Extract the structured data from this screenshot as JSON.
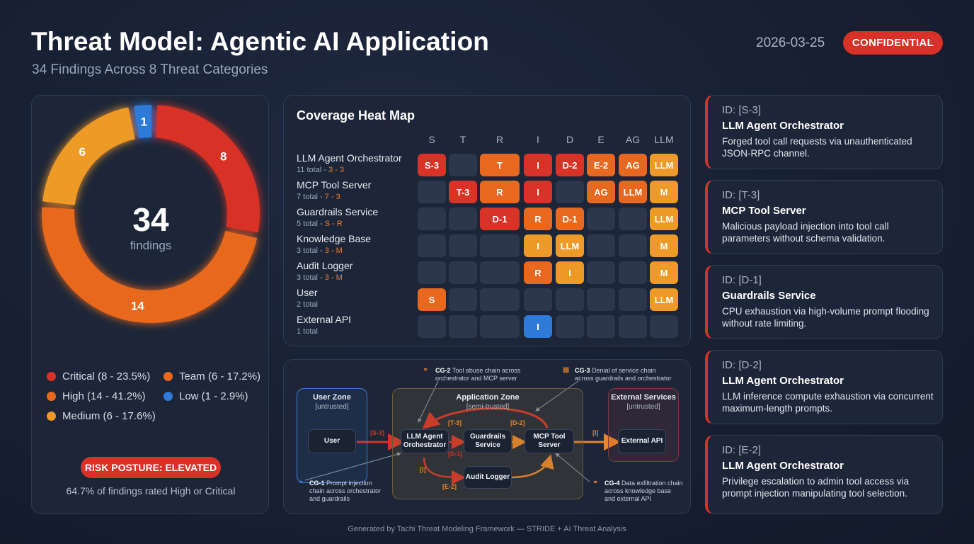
{
  "header": {
    "title": "Threat Model: Agentic AI Application",
    "subtitle": "34 Findings Across 8 Threat Categories",
    "date": "2026-03-25",
    "classification": "CONFIDENTIAL"
  },
  "donut": {
    "total": "34",
    "unit": "findings",
    "segments": [
      {
        "label": "Critical",
        "value": 8,
        "color": "#d83228"
      },
      {
        "label": "High",
        "value": 14,
        "color": "#e8681f"
      },
      {
        "label": "Medium",
        "value": 6,
        "color": "#ee9a28"
      },
      {
        "label": "Low",
        "value": 1,
        "color": "#2f7ad9"
      }
    ],
    "value_labels": {
      "critical": "8",
      "high": "14",
      "medium": "6",
      "low": "1"
    }
  },
  "legend": {
    "critical": "Critical (8 - 23.5%)",
    "team": "Team (6 - 17.2%)",
    "high": "High (14 - 41.2%)",
    "low": "Low (1 - 2.9%)",
    "medium": "Medium (6 - 17.6%)"
  },
  "risk": {
    "posture": "RISK POSTURE: ELEVATED",
    "note": "64.7% of findings rated High or Critical"
  },
  "heatmap": {
    "title": "Coverage Heat Map",
    "columns": [
      "S",
      "T",
      "R",
      "I",
      "D",
      "E",
      "AG",
      "LLM"
    ],
    "rows": [
      {
        "name": "LLM Agent Orchestrator",
        "meta_prefix": "11 total - ",
        "meta_highlight": "3 - 3"
      },
      {
        "name": "MCP Tool Server",
        "meta_prefix": "7 total - ",
        "meta_highlight": "7 - 3"
      },
      {
        "name": "Guardrails Service",
        "meta_prefix": "5 total - ",
        "meta_highlight": "S - R"
      },
      {
        "name": "Knowledge Base",
        "meta_prefix": "3 total - ",
        "meta_highlight": "3 - M"
      },
      {
        "name": "Audit Logger",
        "meta_prefix": "3 total - ",
        "meta_highlight": "3 - M"
      },
      {
        "name": "User",
        "meta_prefix": "2 total",
        "meta_highlight": ""
      },
      {
        "name": "External API",
        "meta_prefix": "1 total",
        "meta_highlight": ""
      }
    ],
    "cells": [
      [
        [
          "S-3",
          "red"
        ],
        [
          "",
          "empty"
        ],
        [
          "T",
          "orange"
        ],
        [
          "I",
          "red"
        ],
        [
          "D-2",
          "red"
        ],
        [
          "E-2",
          "orange"
        ],
        [
          "AG",
          "orange"
        ],
        [
          "LLM",
          "amber"
        ]
      ],
      [
        [
          "",
          "empty"
        ],
        [
          "T-3",
          "red"
        ],
        [
          "R",
          "orange"
        ],
        [
          "I",
          "red"
        ],
        [
          "",
          "empty"
        ],
        [
          "AG",
          "orange"
        ],
        [
          "LLM",
          "orange"
        ],
        [
          "M",
          "amber"
        ]
      ],
      [
        [
          "",
          "empty"
        ],
        [
          "",
          "empty"
        ],
        [
          "D-1",
          "red"
        ],
        [
          "R",
          "orange"
        ],
        [
          "D-1",
          "orange"
        ],
        [
          "",
          "empty"
        ],
        [
          "",
          "empty"
        ],
        [
          "LLM",
          "amber"
        ]
      ],
      [
        [
          "",
          "empty"
        ],
        [
          "",
          "empty"
        ],
        [
          "",
          "empty"
        ],
        [
          "I",
          "amber"
        ],
        [
          "LLM",
          "amber"
        ],
        [
          "",
          "empty"
        ],
        [
          "",
          "empty"
        ],
        [
          "M",
          "amber"
        ]
      ],
      [
        [
          "",
          "empty"
        ],
        [
          "",
          "empty"
        ],
        [
          "",
          "empty"
        ],
        [
          "R",
          "orange"
        ],
        [
          "I",
          "amber"
        ],
        [
          "",
          "empty"
        ],
        [
          "",
          "empty"
        ],
        [
          "M",
          "amber"
        ]
      ],
      [
        [
          "S",
          "orange"
        ],
        [
          "",
          "empty"
        ],
        [
          "",
          "empty"
        ],
        [
          "",
          "empty"
        ],
        [
          "",
          "empty"
        ],
        [
          "",
          "empty"
        ],
        [
          "",
          "empty"
        ],
        [
          "LLM",
          "amber"
        ]
      ],
      [
        [
          "",
          "empty"
        ],
        [
          "",
          "empty"
        ],
        [
          "",
          "empty"
        ],
        [
          "I",
          "blue"
        ],
        [
          "",
          "empty"
        ],
        [
          "",
          "empty"
        ],
        [
          "",
          "empty"
        ],
        [
          "",
          "empty"
        ]
      ]
    ]
  },
  "flow": {
    "zones": {
      "user_title": "User Zone",
      "user_sub": "[untrusted]",
      "app_title": "Application Zone",
      "app_sub": "[semi-trusted]",
      "ext_title": "External Services",
      "ext_sub": "[untrusted]"
    },
    "nodes": {
      "user": "User",
      "orchestrator": "LLM Agent Orchestrator",
      "guardrails": "Guardrails Service",
      "mcp": "MCP Tool Server",
      "audit": "Audit Logger",
      "external": "External API"
    },
    "tags": {
      "s3": "[S-3]",
      "t3": "[T-3]",
      "d2": "[D-2]",
      "d1": "[D-1]",
      "i_left": "[I]",
      "e2": "[E-2]",
      "i_right": "[I]"
    },
    "chains": {
      "cg2_id": "CG-2",
      "cg2_text_1": "Tool abuse chain across",
      "cg2_text_2": "orchestrator and MCP server",
      "cg3_id": "CG-3",
      "cg3_text_1": "Denial of service chain",
      "cg3_text_2": "across guardrails and orchestrator",
      "cg1_id": "CG-1",
      "cg1_text_1": "Prompt injection",
      "cg1_text_2": "chain across orchestrator",
      "cg1_text_3": "and guardrails",
      "cg4_id": "CG-4",
      "cg4_text_1": "Data exfiltration chain",
      "cg4_text_2": "across knowledge base",
      "cg4_text_3": "and external API"
    }
  },
  "cards": [
    {
      "id": "ID: [S-3]",
      "component": "LLM Agent Orchestrator",
      "desc": "Forged tool call requests via unauthenticated JSON-RPC channel."
    },
    {
      "id": "ID: [T-3]",
      "component": "MCP Tool Server",
      "desc": "Malicious payload injection into tool call parameters without schema validation."
    },
    {
      "id": "ID: [D-1]",
      "component": "Guardrails Service",
      "desc": "CPU exhaustion via high-volume prompt flooding without rate limiting."
    },
    {
      "id": "ID: [D-2]",
      "component": "LLM Agent Orchestrator",
      "desc": "LLM inference compute exhaustion via concurrent maximum-length prompts."
    },
    {
      "id": "ID: [E-2]",
      "component": "LLM Agent Orchestrator",
      "desc": "Privilege escalation to admin tool access via prompt injection manipulating tool selection."
    }
  ],
  "footer": "Generated by Tachi Threat Modeling Framework — STRIDE + AI Threat Analysis"
}
